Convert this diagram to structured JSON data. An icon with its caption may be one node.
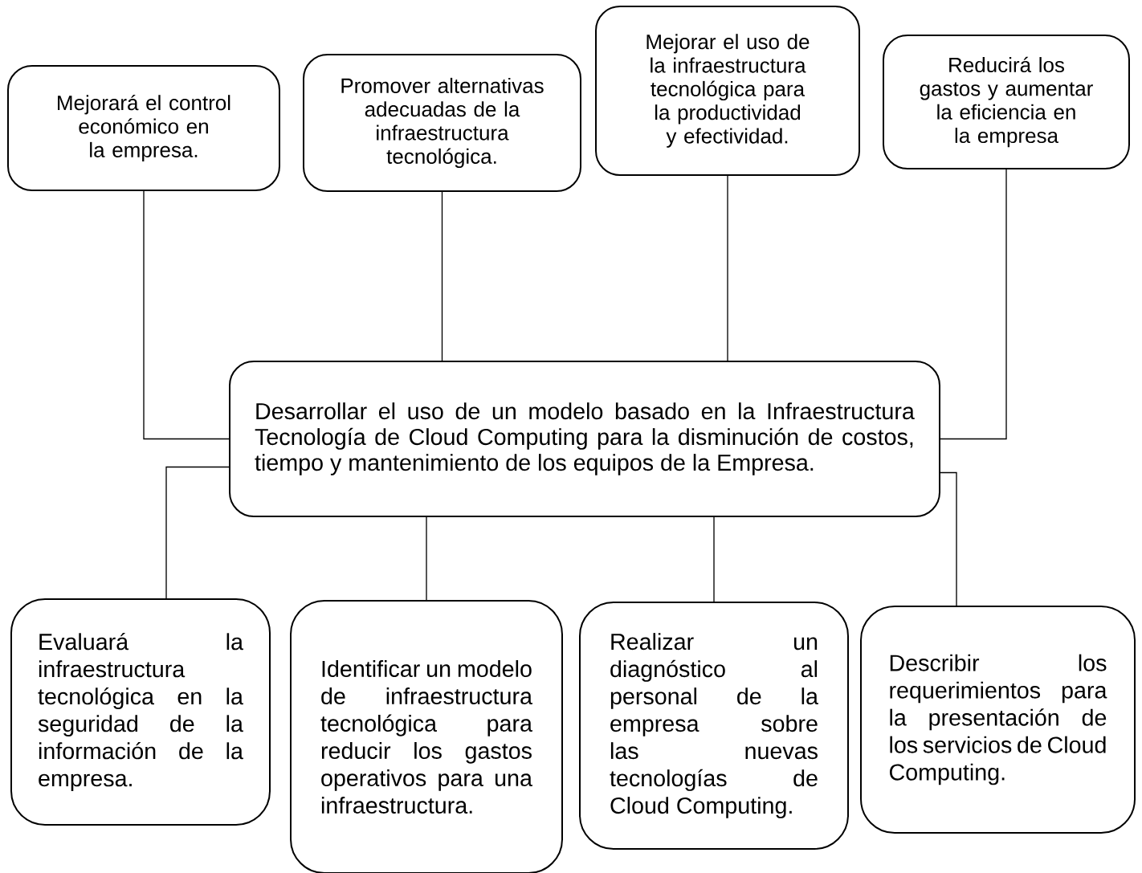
{
  "diagram": {
    "nodes": [
      {
        "text": [
          "Mejorará el control económico en la empresa."
        ]
      },
      {
        "text": [
          "Promover alternativas adecuadas de la infraestructura tecnológica."
        ]
      },
      {
        "text": [
          "Mejorar el uso de la infraestructura tecnológica para la productividad y efectividad."
        ]
      },
      {
        "text": [
          "Reducirá los gastos y aumentar la eficiencia en la empresa"
        ]
      },
      {
        "text": [
          "Desarrollar el uso de un modelo basado en la Infraestructura Tecnología de Cloud Computing para la disminución de costos, tiempo y mantenimiento de los equipos de la Empresa."
        ]
      },
      {
        "text": [
          "Evaluará la infraestructura tecnológica en la seguridad de la información de la empresa."
        ]
      },
      {
        "text": [
          "Identificar un modelo de infraestructura tecnológica para reducir los gastos operativos para una infraestructura."
        ]
      },
      {
        "text": [
          "Realizar un diagnóstico al personal de la empresa sobre las nuevas tecnologías de Cloud Computing."
        ]
      },
      {
        "text": [
          "Describir los requerimientos para la presentación de los servicios de Cloud Computing."
        ]
      }
    ],
    "edges": [
      {
        "from": 0,
        "to": 4,
        "arrow": "none"
      },
      {
        "from": 1,
        "to": 4,
        "arrow": "none"
      },
      {
        "from": 2,
        "to": 4,
        "arrow": "none"
      },
      {
        "from": 3,
        "to": 4,
        "arrow": "none"
      },
      {
        "from": 4,
        "to": 5,
        "arrow": "none"
      },
      {
        "from": 4,
        "to": 6,
        "arrow": "none"
      },
      {
        "from": 4,
        "to": 7,
        "arrow": "none"
      },
      {
        "from": 4,
        "to": 8,
        "arrow": "none"
      }
    ]
  }
}
